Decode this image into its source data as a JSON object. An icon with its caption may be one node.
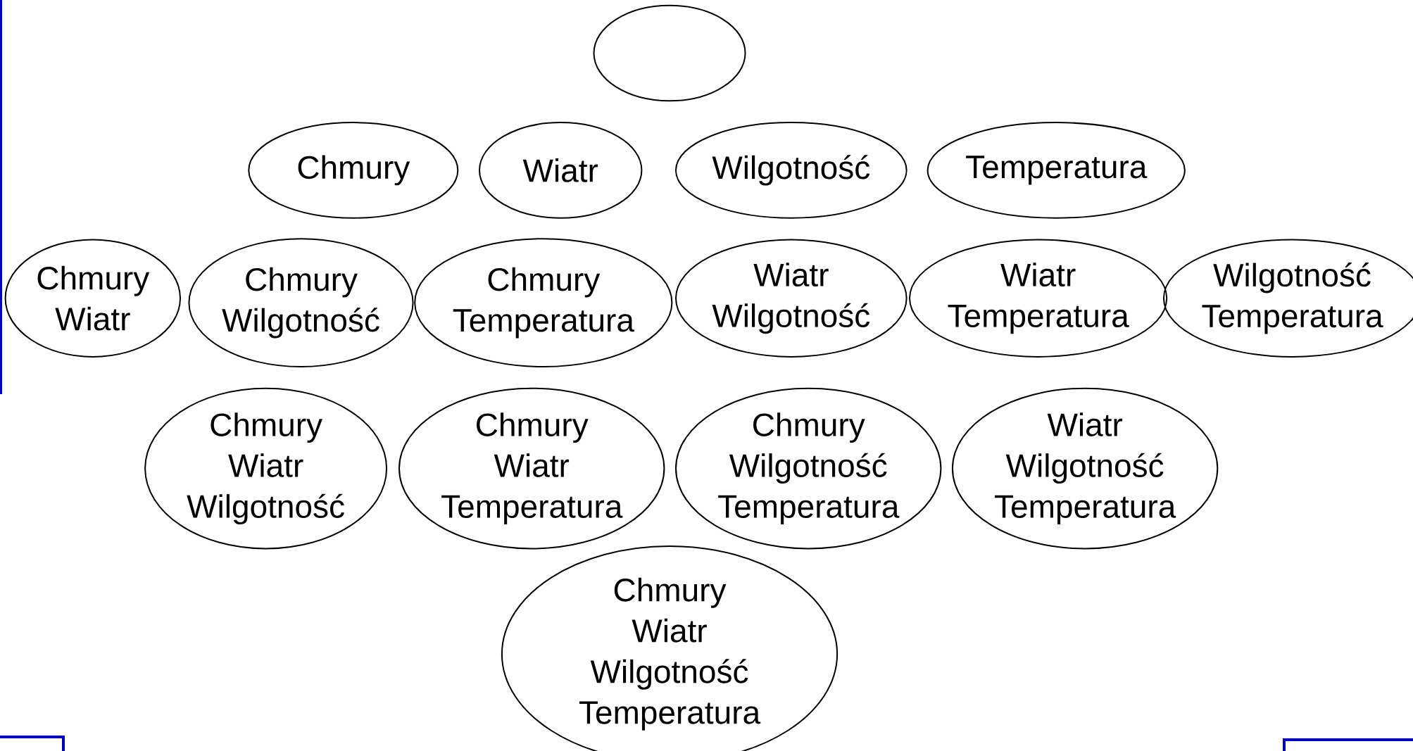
{
  "diagram": {
    "nodes": [
      {
        "text": [],
        "shape": "circle"
      },
      {
        "text": [
          "Chmury"
        ]
      },
      {
        "text": [
          "Wiatr"
        ]
      },
      {
        "text": [
          "Wilgotność"
        ]
      },
      {
        "text": [
          "Temperatura"
        ]
      },
      {
        "text": [
          "Chmury",
          "Wiatr"
        ]
      },
      {
        "text": [
          "Chmury",
          "Wilgotność"
        ]
      },
      {
        "text": [
          "Chmury",
          "Temperatura"
        ]
      },
      {
        "text": [
          "Wiatr",
          "Wilgotność"
        ]
      },
      {
        "text": [
          "Wiatr",
          "Temperatura"
        ]
      },
      {
        "text": [
          "Wilgotność",
          "Temperatura"
        ]
      },
      {
        "text": [
          "Chmury",
          "Wiatr",
          "Wilgotność"
        ]
      },
      {
        "text": [
          "Chmury",
          "Wiatr",
          "Temperatura"
        ]
      },
      {
        "text": [
          "Chmury",
          "Wilgotność",
          "Temperatura"
        ]
      },
      {
        "text": [
          "Wiatr",
          "Wilgotność",
          "Temperatura"
        ]
      },
      {
        "text": [
          "Chmury",
          "Wiatr",
          "Wilgotność",
          "Temperatura"
        ]
      }
    ]
  }
}
